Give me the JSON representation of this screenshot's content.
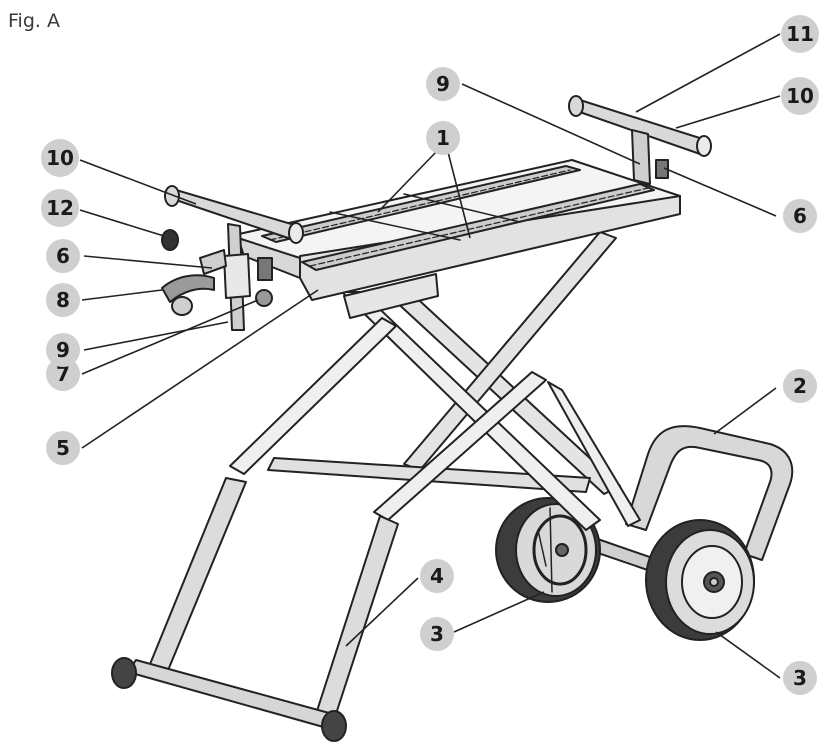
{
  "figure": {
    "title": "Fig. A"
  },
  "callouts": [
    {
      "id": "c1",
      "label": "1"
    },
    {
      "id": "c2",
      "label": "2"
    },
    {
      "id": "c3a",
      "label": "3"
    },
    {
      "id": "c3b",
      "label": "3"
    },
    {
      "id": "c4",
      "label": "4"
    },
    {
      "id": "c5",
      "label": "5"
    },
    {
      "id": "c6a",
      "label": "6"
    },
    {
      "id": "c6b",
      "label": "6"
    },
    {
      "id": "c7",
      "label": "7"
    },
    {
      "id": "c8",
      "label": "8"
    },
    {
      "id": "c9a",
      "label": "9"
    },
    {
      "id": "c9b",
      "label": "9"
    },
    {
      "id": "c10a",
      "label": "10"
    },
    {
      "id": "c10b",
      "label": "10"
    },
    {
      "id": "c11",
      "label": "11"
    },
    {
      "id": "c12",
      "label": "12"
    }
  ],
  "colors": {
    "callout_fill": "#cfcfcf",
    "line": "#222222",
    "tube_fill": "#d6d6d6",
    "tube_light": "#efefef",
    "wheel_dark": "#3c3c3c"
  }
}
